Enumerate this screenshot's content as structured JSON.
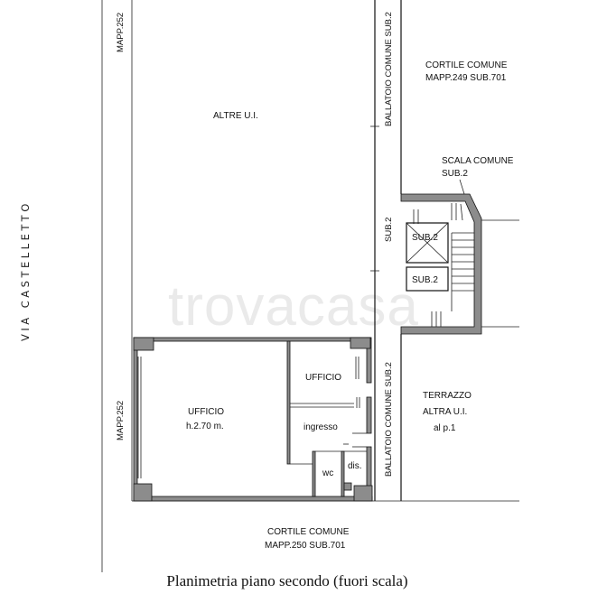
{
  "labels": {
    "mapp252_top": "MAPP.252",
    "mapp252_left": "MAPP.252",
    "via_castelletto": "VIA CASTELLETTO",
    "ballatoio_top": "BALLATOIO COMUNE SUB.2",
    "ballatoio_bottom": "BALLATOIO COMUNE SUB.2",
    "cortile_top_1": "CORTILE COMUNE",
    "cortile_top_2": "MAPP.249 SUB.701",
    "altre_ui": "ALTRE U.I.",
    "scala_comune_1": "SCALA COMUNE",
    "scala_comune_2": "SUB.2",
    "sub2_vertical": "SUB.2",
    "sub2_box_upper": "SUB.2",
    "sub2_box_lower": "SUB.2",
    "ufficio_main": "UFFICIO",
    "ufficio_height": "h.2.70 m.",
    "ufficio_small": "UFFICIO",
    "ingresso": "ingresso",
    "wc": "wc",
    "dis": "dis.",
    "terrazzo_1": "TERRAZZO",
    "terrazzo_2": "ALTRA U.I.",
    "terrazzo_3": "al p.1",
    "cortile_bottom_1": "CORTILE COMUNE",
    "cortile_bottom_2": "MAPP.250 SUB.701"
  },
  "watermark": "trovacasa",
  "caption": "Planimetria piano secondo (fuori scala)"
}
